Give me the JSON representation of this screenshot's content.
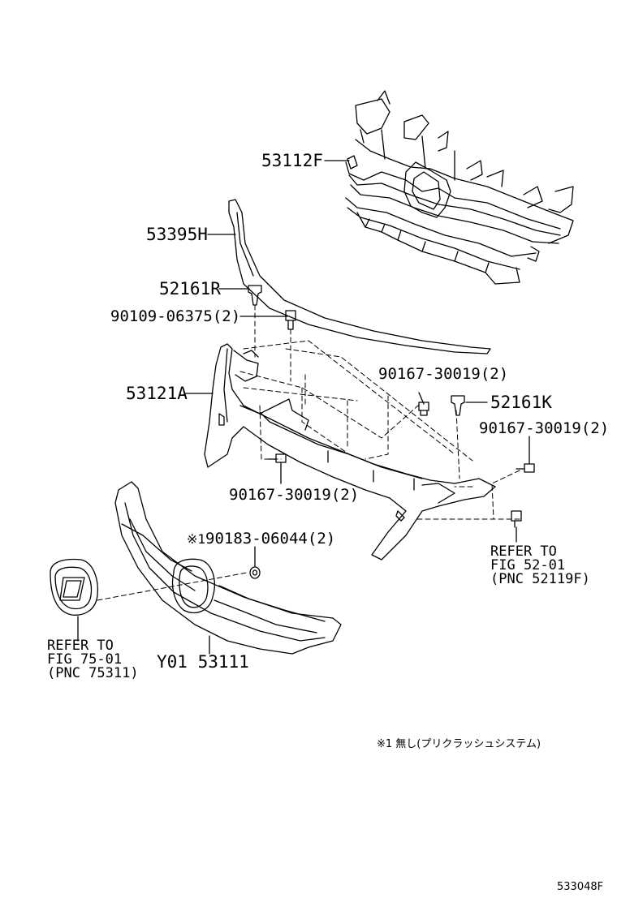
{
  "parts": {
    "p53112F": "53112F",
    "p53395H": "53395H",
    "p52161R": "52161R",
    "p90109": "90109-06375(2)",
    "p53121A": "53121A",
    "p90167_top": "90167-30019(2)",
    "p52161K": "52161K",
    "p90167_right": "90167-30019(2)",
    "p90167_bottom": "90167-30019(2)",
    "p90183": "90183-06044(2)",
    "p90183_mark": "※1",
    "pY01": "Y01",
    "p53111": "53111"
  },
  "refs": {
    "right": {
      "line1": "REFER TO",
      "line2": "FIG 52-01",
      "line3": "(PNC 52119F)"
    },
    "left": {
      "line1": "REFER TO",
      "line2": "FIG 75-01",
      "line3": "(PNC 75311)"
    }
  },
  "footnote": "※1 無し(プリクラッシュシステム)",
  "figure_number": "533048F"
}
